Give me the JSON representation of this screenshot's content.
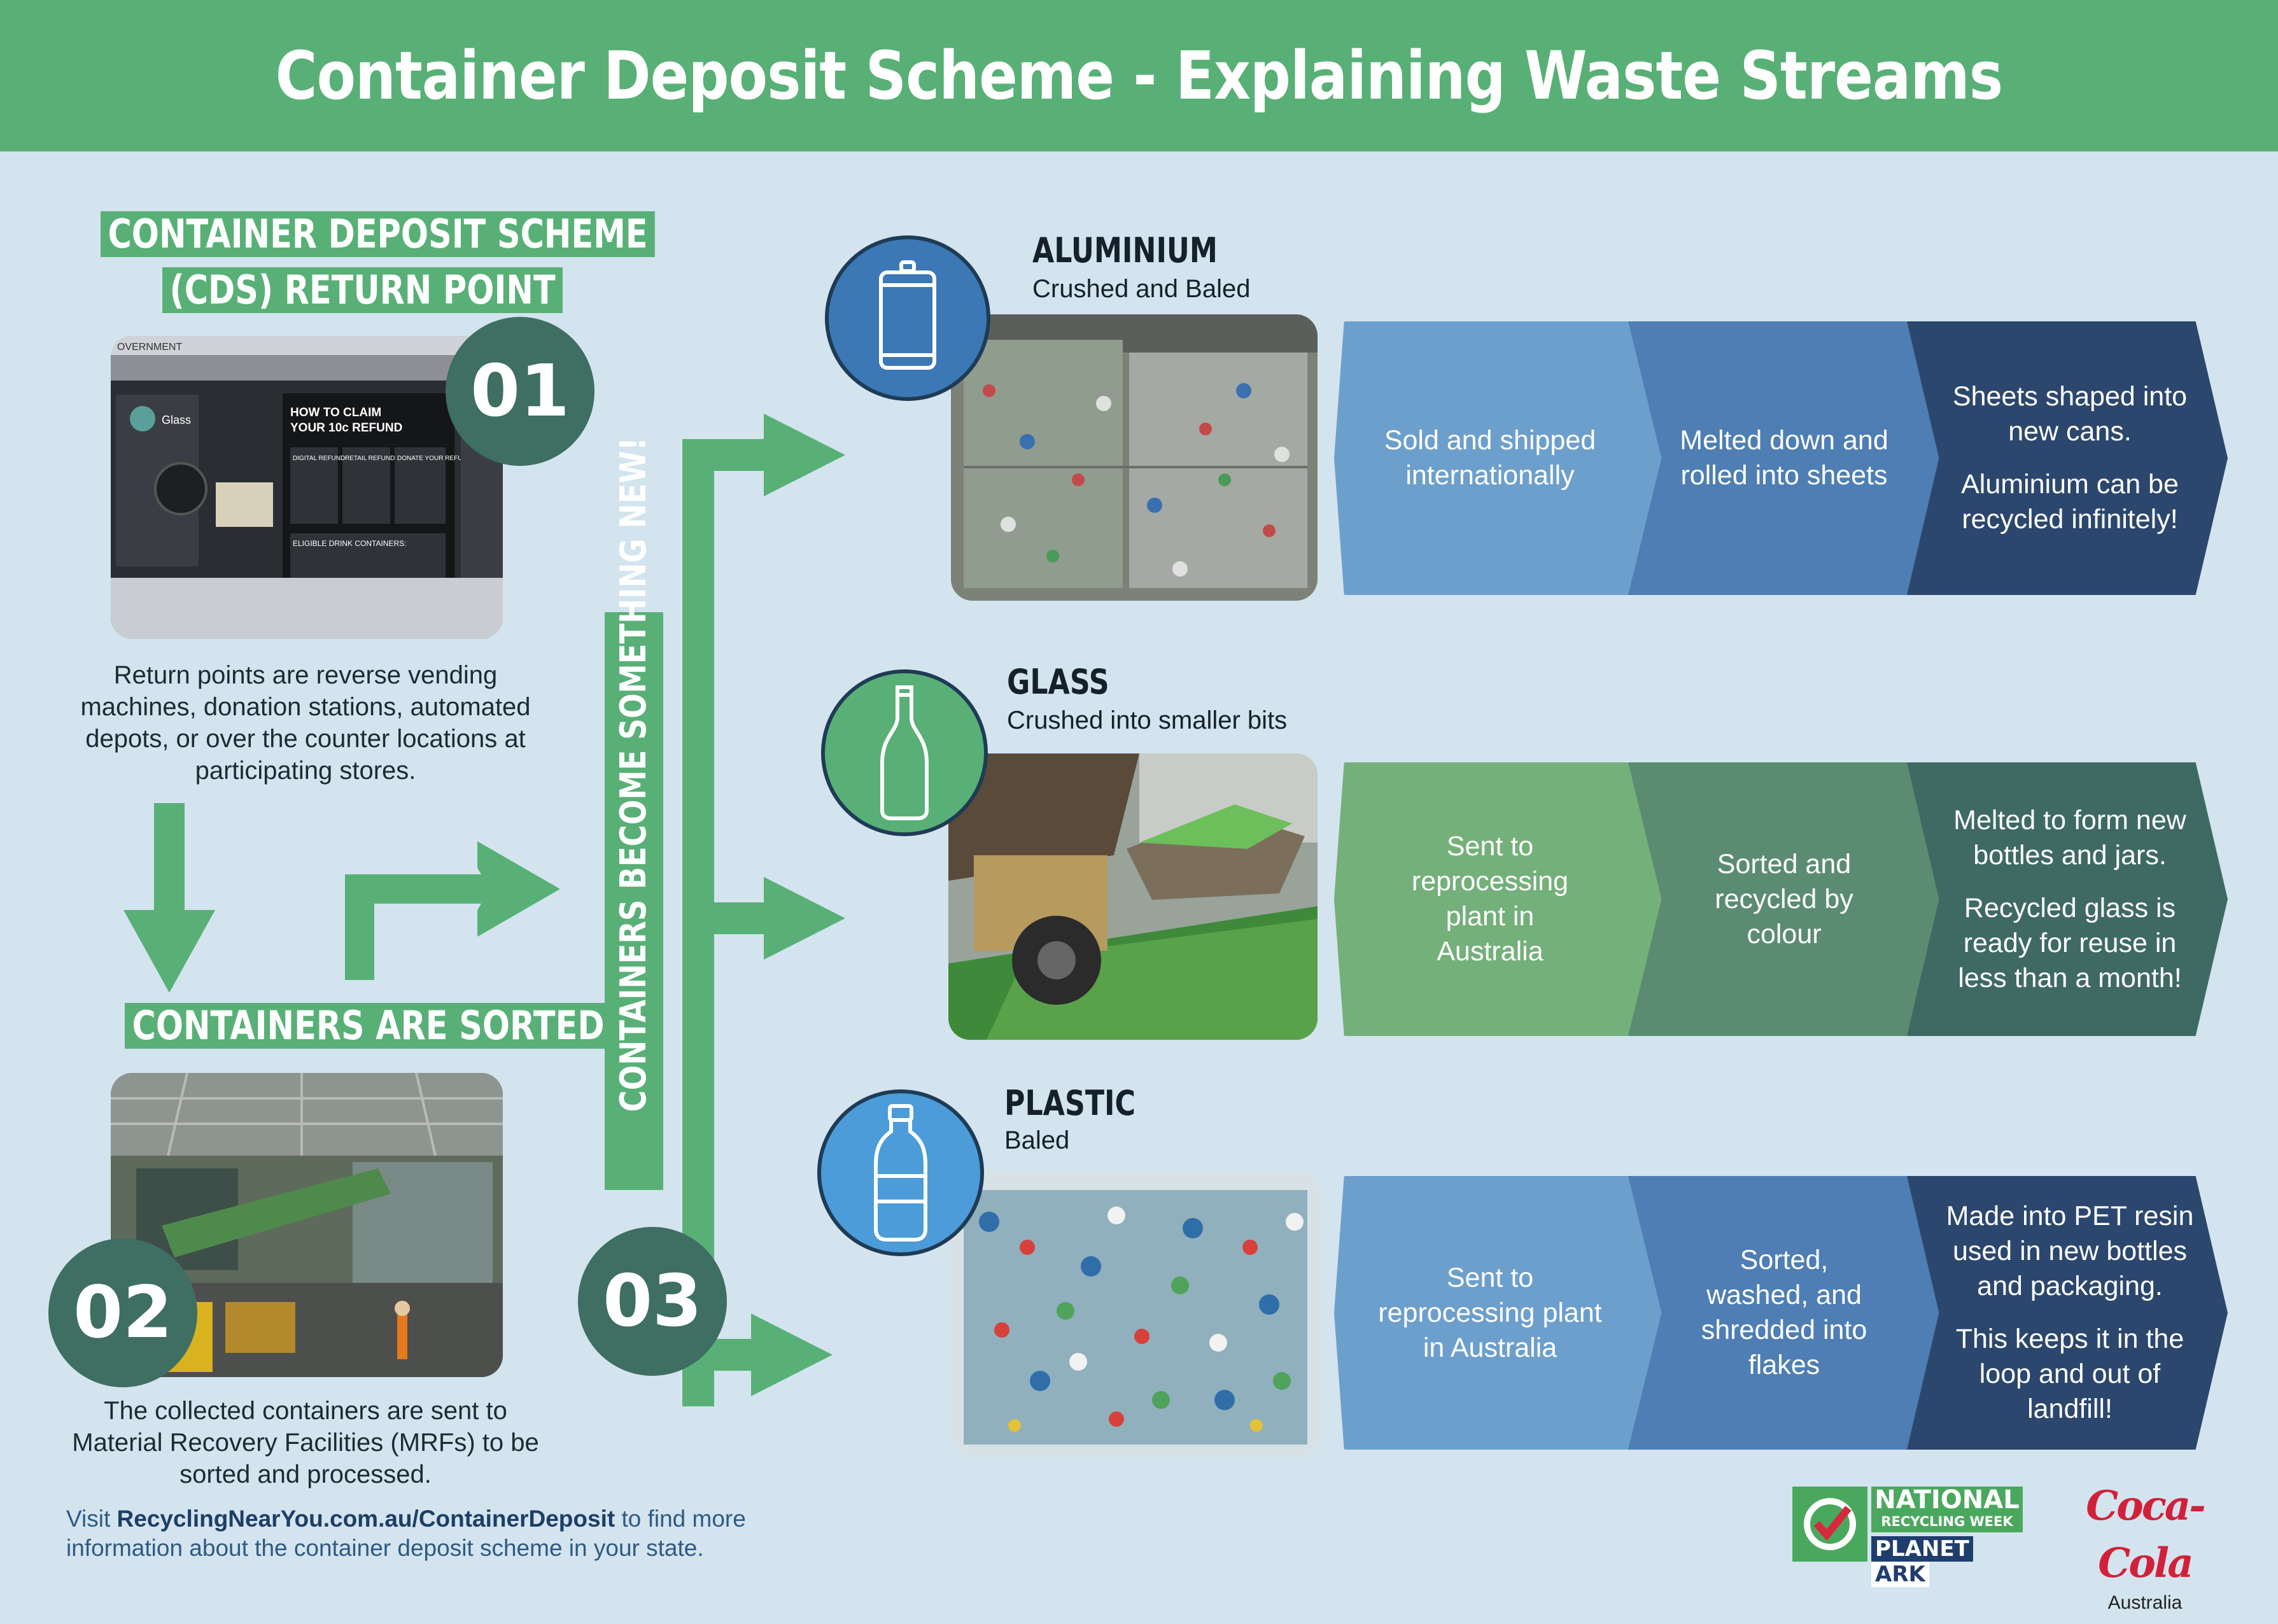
{
  "header": {
    "title": "Container Deposit Scheme - Explaining Waste Streams"
  },
  "steps": {
    "step1": {
      "badge": "01",
      "title_line1": "CONTAINER DEPOSIT SCHEME",
      "title_line2": "(CDS) RETURN POINT",
      "description": "Return points are reverse vending machines, donation stations, automated depots, or over the counter locations at participating stores.",
      "photo_text": {
        "government": "OVERNMENT",
        "glass": "Glass",
        "how_to_claim": "HOW TO CLAIM",
        "refund": "YOUR 10c REFUND",
        "digital_refund": "DIGITAL REFUND",
        "retail_refund": "RETAIL REFUND",
        "donate": "DONATE YOUR REFUND",
        "eligible": "ELIGIBLE DRINK CONTAINERS:"
      }
    },
    "step2": {
      "badge": "02",
      "title": "CONTAINERS ARE SORTED",
      "description": "The collected containers are sent to Material Recovery Facilities (MRFs) to be sorted and processed."
    },
    "step3": {
      "badge": "03",
      "vertical_title": "CONTAINERS BECOME SOMETHING NEW!"
    }
  },
  "materials": [
    {
      "id": "aluminium",
      "title": "ALUMINIUM",
      "subtitle": "Crushed and Baled",
      "icon": "can-icon",
      "circle_color": "#3b78b5",
      "stages": [
        {
          "lines": [
            "Sold and shipped internationally"
          ],
          "color": "#6d9fcc"
        },
        {
          "lines": [
            "Melted down and rolled into sheets"
          ],
          "color": "#4e7eb3"
        },
        {
          "lines": [
            "Sheets shaped into new cans.",
            "Aluminium can be recycled infinitely!"
          ],
          "color": "#2c476d"
        }
      ]
    },
    {
      "id": "glass",
      "title": "GLASS",
      "subtitle": "Crushed into smaller bits",
      "icon": "glass-bottle-icon",
      "circle_color": "#58b077",
      "stages": [
        {
          "lines": [
            "Sent to reprocessing plant in Australia"
          ],
          "color": "#74b07a"
        },
        {
          "lines": [
            "Sorted and recycled by colour"
          ],
          "color": "#5b8c72"
        },
        {
          "lines": [
            "Melted to form new bottles and jars.",
            "Recycled glass is ready for reuse in less than a month!"
          ],
          "color": "#3f6a63"
        }
      ]
    },
    {
      "id": "plastic",
      "title": "PLASTIC",
      "subtitle": "Baled",
      "icon": "plastic-bottle-icon",
      "circle_color": "#4b9cd8",
      "stages": [
        {
          "lines": [
            "Sent to reprocessing plant in Australia"
          ],
          "color": "#6d9fcc"
        },
        {
          "lines": [
            "Sorted, washed, and shredded into flakes"
          ],
          "color": "#4e7eb3"
        },
        {
          "lines": [
            "Made into PET resin used in new bottles and packaging.",
            "This keeps it in the loop and out of landfill!"
          ],
          "color": "#2c476d"
        }
      ]
    }
  ],
  "footer": {
    "prefix": "Visit ",
    "link": "RecyclingNearYou.com.au/ContainerDeposit",
    "suffix_line1": " to find more",
    "line2": "information about the container deposit scheme in your state."
  },
  "logos": {
    "nrw_line1": "NATIONAL",
    "nrw_line2": "RECYCLING WEEK",
    "planet": "PLANET",
    "ark": "ARK",
    "coke": "Coca-Cola",
    "coke_region": "Australia"
  },
  "colors": {
    "header_green": "#58b077",
    "background": "#d3e4ef",
    "badge": "#3f6e63",
    "arrow_green": "#58b077"
  }
}
